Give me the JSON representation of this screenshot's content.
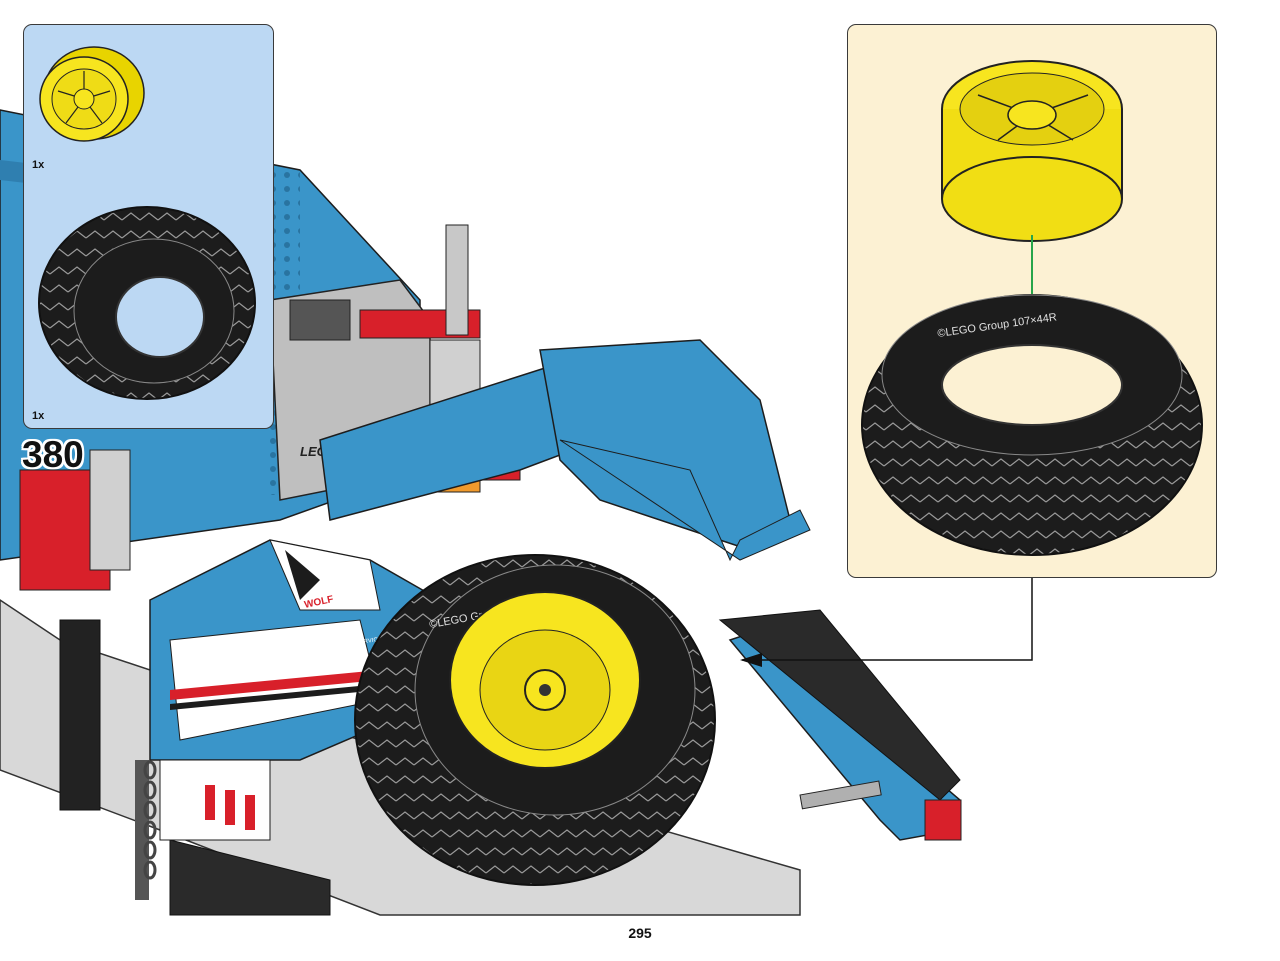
{
  "parts_list": [
    {
      "part": "yellow-rim-icon",
      "quantity": "1x"
    },
    {
      "part": "black-tire-icon",
      "quantity": "1x"
    }
  ],
  "step": {
    "number": "380"
  },
  "page": {
    "number": "295"
  },
  "model_markings": {
    "tire_sidewall": "©LEGO Group 107×44R",
    "brick_logo": "LEGO",
    "decal_wolf": "WOLF",
    "decal_towing": "TOWING SERVICE"
  },
  "colors": {
    "parts_panel_bg": "#bcd8f3",
    "subassembly_panel_bg": "#fcf1d3",
    "truck_blue": "#3a95c9",
    "rim_yellow": "#f7e51f",
    "tire_black": "#1c1c1c",
    "accent_red": "#d8202a",
    "arrow_green": "#27a54a"
  }
}
